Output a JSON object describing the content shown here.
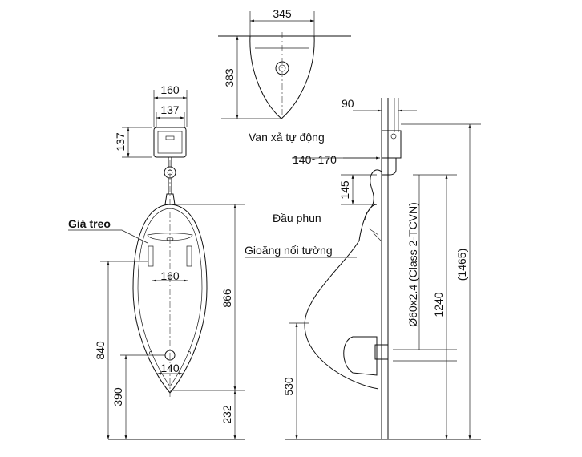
{
  "title": "Urinal installation drawing",
  "dimensions": {
    "top_width": "345",
    "top_depth": "383",
    "valve_width_outer": "160",
    "valve_width_inner": "137",
    "valve_height": "137",
    "hanger_spacing": "160",
    "outlet_spacing": "140",
    "bowl_height": "866",
    "hanger_height": "840",
    "outlet_height": "390",
    "bottom_height": "232",
    "wall_offset": "90",
    "spray_offset": "140~170",
    "spray_drop": "145",
    "rim_height": "530",
    "pipe_spec": "Ø60x2.4 (Class 2-TCVN)",
    "spray_height": "1240",
    "valve_height_total": "(1465)"
  },
  "labels": {
    "hanger": "Giá treo",
    "auto_valve": "Van xả tự động",
    "spray_head": "Đầu phun",
    "wall_gasket": "Gioăng nối tường"
  }
}
